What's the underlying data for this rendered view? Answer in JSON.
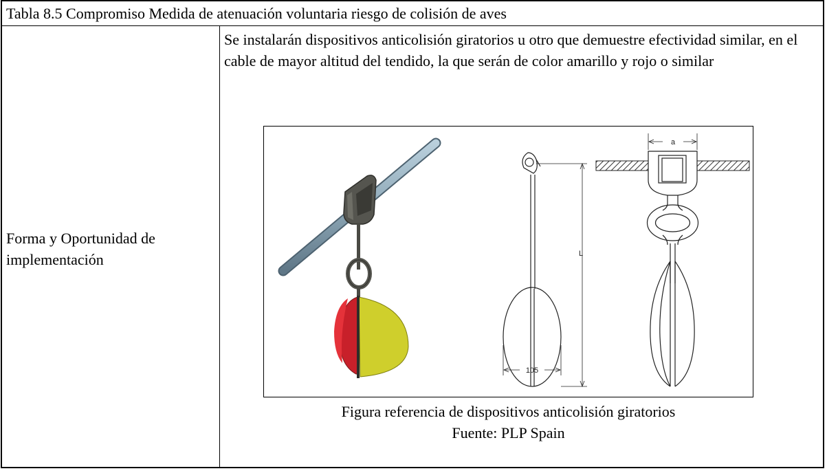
{
  "table": {
    "title": "Tabla  8.5   Compromiso Medida de atenuación voluntaria riesgo de colisión de aves",
    "row_label": "Forma y Oportunidad de implementación",
    "description": "Se instalarán dispositivos anticolisión giratorios u otro que demuestre efectividad similar, en el cable de mayor altitud del tendido, la que serán de color amarillo y rojo o similar"
  },
  "figure": {
    "dimension_a": "a",
    "dimension_L": "L",
    "dimension_width": "105",
    "caption": "Figura  referencia de dispositivos anticolisión giratorios",
    "source": "Fuente: PLP Spain",
    "colors": {
      "cable": "#8fa9b8",
      "clamp": "#55554f",
      "disc_yellow": "#cfcf2c",
      "disc_red": "#c8202a"
    }
  }
}
